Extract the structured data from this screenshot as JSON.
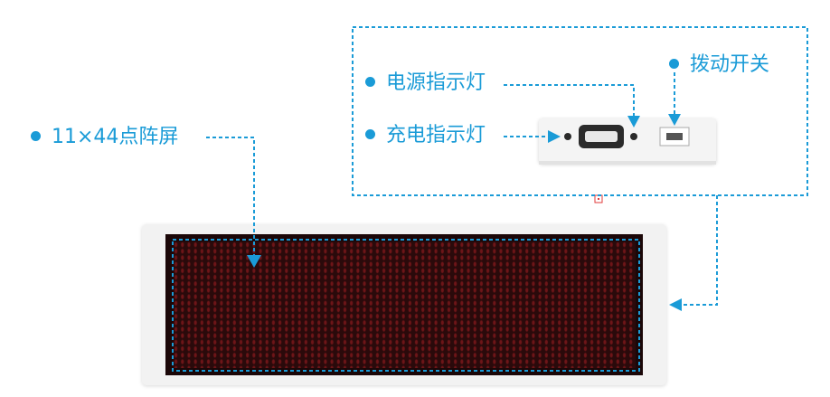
{
  "labels": {
    "matrix_screen": "11×44点阵屏",
    "power_indicator": "电源指示灯",
    "charge_indicator": "充电指示灯",
    "toggle_switch": "拨动开关"
  },
  "colors": {
    "accent": "#1a9bd7",
    "led_red": "#6e1518",
    "screen_dark": "#1b0708",
    "device_body": "#f2f2f2"
  }
}
